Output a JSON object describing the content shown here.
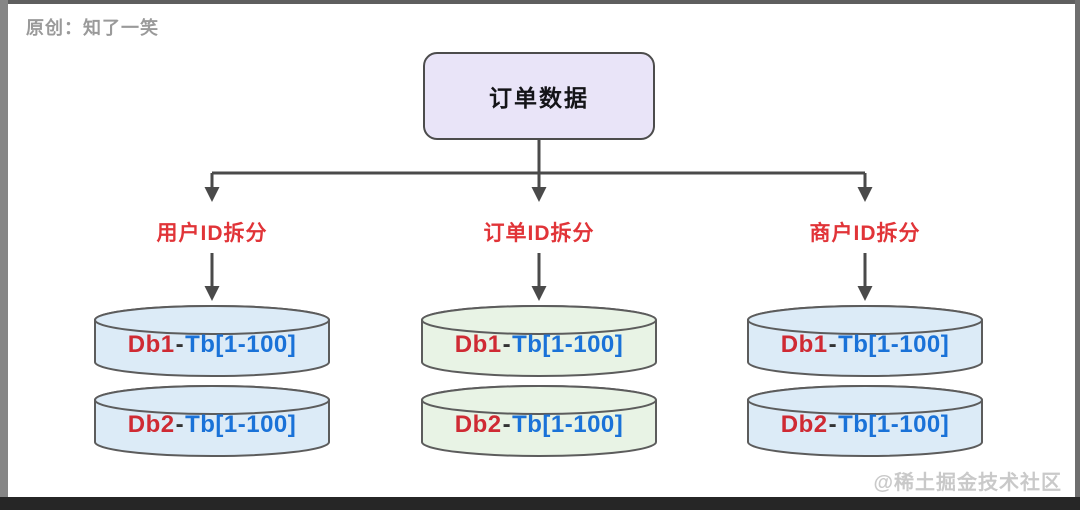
{
  "watermarks": {
    "author": "原创：知了一笑",
    "community": "@稀土掘金技术社区"
  },
  "root": {
    "label": "订单数据"
  },
  "branches": [
    {
      "label": "用户ID拆分",
      "theme": "blue",
      "databases": [
        {
          "db": "Db1",
          "sep": "-",
          "tables": "Tb[1-100]"
        },
        {
          "db": "Db2",
          "sep": "-",
          "tables": "Tb[1-100]"
        }
      ]
    },
    {
      "label": "订单ID拆分",
      "theme": "green",
      "databases": [
        {
          "db": "Db1",
          "sep": "-",
          "tables": "Tb[1-100]"
        },
        {
          "db": "Db2",
          "sep": "-",
          "tables": "Tb[1-100]"
        }
      ]
    },
    {
      "label": "商户ID拆分",
      "theme": "blue",
      "databases": [
        {
          "db": "Db1",
          "sep": "-",
          "tables": "Tb[1-100]"
        },
        {
          "db": "Db2",
          "sep": "-",
          "tables": "Tb[1-100]"
        }
      ]
    }
  ],
  "colors": {
    "root_fill": "#e9e4f8",
    "cylinder_blue_fill": "#dcebf7",
    "cylinder_green_fill": "#e8f3e5",
    "branch_label_red": "#e13438",
    "db_text_red": "#cf2a33",
    "table_text_blue": "#1a72d8",
    "connector_gray": "#4a4a4a",
    "border_gray": "#5c5c5c"
  }
}
